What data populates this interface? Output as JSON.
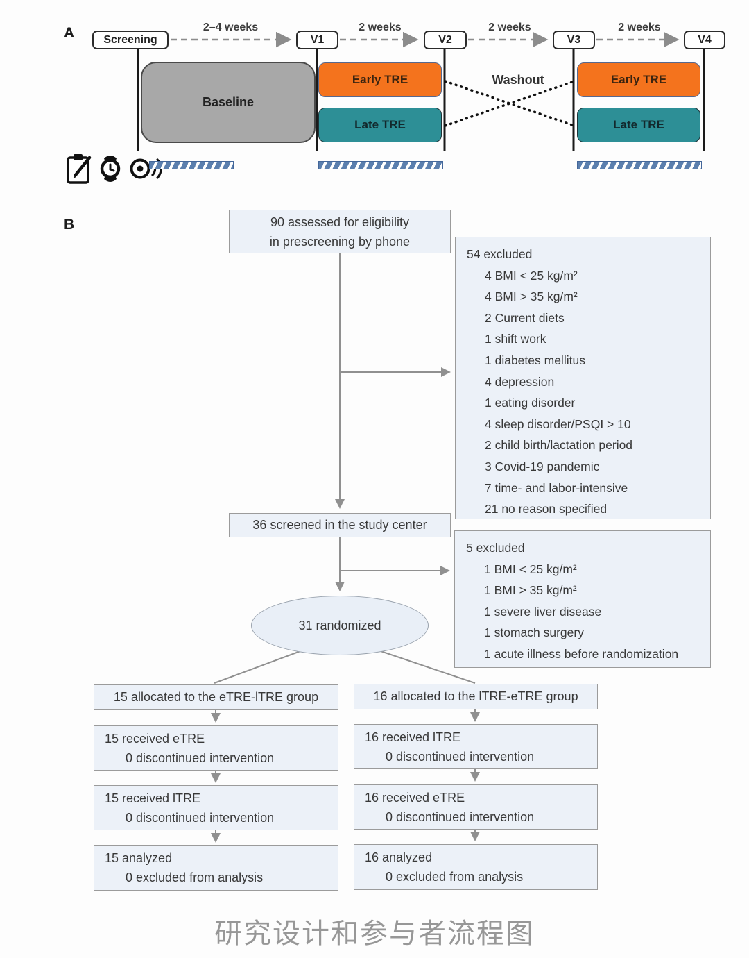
{
  "panel_a": {
    "label": "A",
    "nodes": [
      "Screening",
      "V1",
      "V2",
      "V3",
      "V4"
    ],
    "intervals": [
      "2–4 weeks",
      "2 weeks",
      "2 weeks",
      "2 weeks"
    ],
    "baseline": "Baseline",
    "washout": "Washout",
    "tre_blocks": {
      "early1": "Early TRE",
      "late1": "Late TRE",
      "early2": "Early TRE",
      "late2": "Late TRE"
    },
    "icons": [
      "clipboard-questionnaire-icon",
      "smartwatch-icon",
      "sensor-signal-icon"
    ],
    "colors": {
      "early_tre": "#f4731d",
      "late_tre": "#2d8f96",
      "baseline": "#a8a8a8",
      "measurement_bar": "#5b7fae"
    }
  },
  "panel_b": {
    "label": "B",
    "assessed": {
      "line1": "90 assessed for eligibility",
      "line2": "in prescreening by phone"
    },
    "excluded_phone": {
      "title": "54 excluded",
      "items": [
        "4 BMI < 25 kg/m²",
        "4 BMI > 35 kg/m²",
        "2 Current diets",
        "1 shift work",
        "1 diabetes mellitus",
        "4 depression",
        "1 eating disorder",
        "4 sleep disorder/PSQI > 10",
        "2 child birth/lactation period",
        "3 Covid-19 pandemic",
        "7 time- and labor-intensive",
        "21 no reason specified"
      ]
    },
    "screened": "36 screened in the study center",
    "excluded_center": {
      "title": "5 excluded",
      "items": [
        "1 BMI < 25 kg/m²",
        "1 BMI > 35 kg/m²",
        "1 severe liver disease",
        "1 stomach surgery",
        "1 acute illness before randomization"
      ]
    },
    "randomized": "31 randomized",
    "left_arm": {
      "allocated": "15 allocated to the eTRE-lTRE group",
      "received1": {
        "line1": "15 received eTRE",
        "line2": "0 discontinued intervention"
      },
      "received2": {
        "line1": "15 received lTRE",
        "line2": "0 discontinued intervention"
      },
      "analyzed": {
        "line1": "15 analyzed",
        "line2": "0 excluded from analysis"
      }
    },
    "right_arm": {
      "allocated": "16 allocated to the lTRE-eTRE group",
      "received1": {
        "line1": "16 received lTRE",
        "line2": "0 discontinued intervention"
      },
      "received2": {
        "line1": "16 received eTRE",
        "line2": "0 discontinued intervention"
      },
      "analyzed": {
        "line1": "16 analyzed",
        "line2": "0 excluded from analysis"
      }
    }
  },
  "caption": "研究设计和参与者流程图"
}
